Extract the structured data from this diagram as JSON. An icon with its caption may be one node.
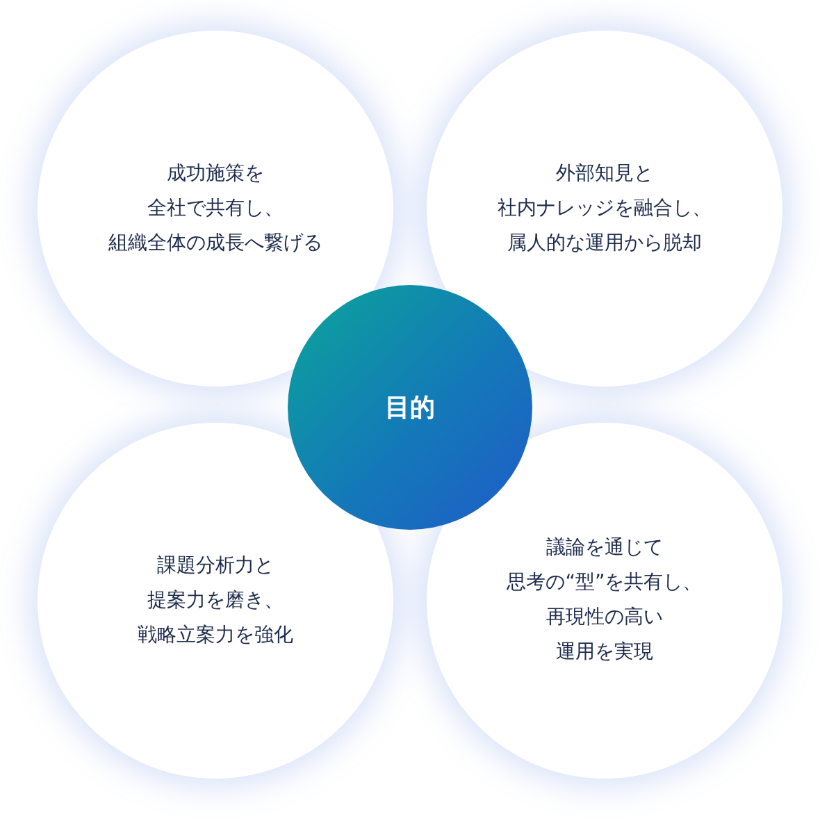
{
  "diagram": {
    "nodes": [
      {
        "text": [
          "成功施策を全社で共有し、組織全体の成長へ繋げる"
        ]
      },
      {
        "text": [
          "外部知見と社内ナレッジを融合し、属人的な運用から脱却"
        ]
      },
      {
        "text": [
          "目的"
        ]
      },
      {
        "text": [
          "課題分析力と提案力を磨き、戦略立案力を強化"
        ]
      },
      {
        "text": [
          "議論を通じて思考の“型”を共有し、再現性の高い運用を実現"
        ]
      }
    ]
  }
}
